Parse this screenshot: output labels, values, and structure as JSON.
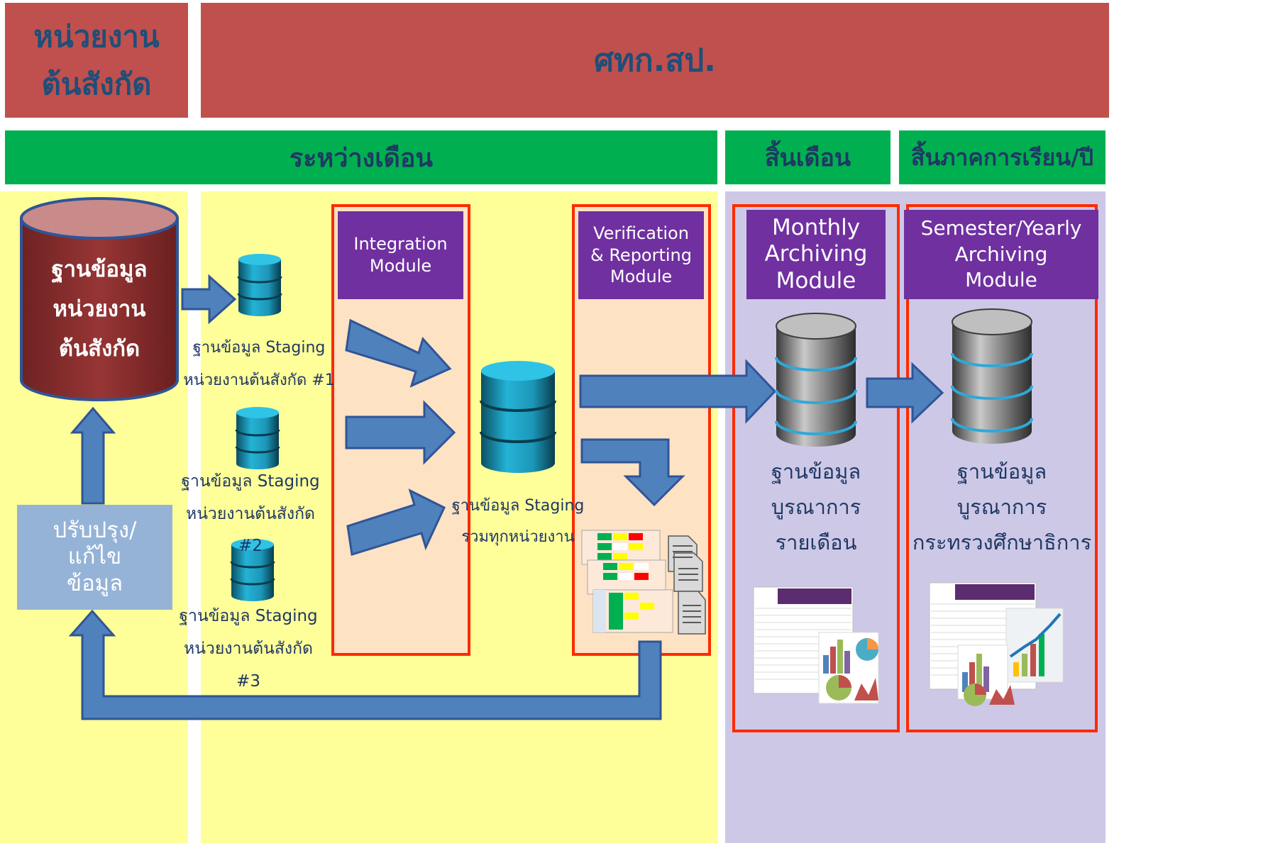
{
  "header": {
    "org_unit": [
      "หน่วยงาน",
      "ต้นสังกัด"
    ],
    "center": "ศทก.สป."
  },
  "phases": {
    "during_month": "ระหว่างเดือน",
    "month_end": "สิ้นเดือน",
    "term_end": "สิ้นภาคการเรียน/ปี"
  },
  "source_db": [
    "ฐานข้อมูล",
    "หน่วยงาน",
    "ต้นสังกัด"
  ],
  "fix_box": [
    "ปรับปรุง/",
    "แก้ไข",
    "ข้อมูล"
  ],
  "staging": [
    {
      "line1": "ฐานข้อมูล Staging",
      "line2": "หน่วยงานต้นสังกัด #1"
    },
    {
      "line1": "ฐานข้อมูล Staging",
      "line2": "หน่วยงานต้นสังกัด",
      "line3": "#2"
    },
    {
      "line1": "ฐานข้อมูล Staging",
      "line2": "หน่วยงานต้นสังกัด",
      "line3": "#3"
    }
  ],
  "modules": {
    "integration": [
      "Integration",
      "Module"
    ],
    "verification": [
      "Verification",
      "& Reporting",
      "Module"
    ],
    "monthly": [
      "Monthly",
      "Archiving",
      "Module"
    ],
    "yearly": [
      "Semester/Yearly",
      "Archiving",
      "Module"
    ]
  },
  "combined_staging": [
    "ฐานข้อมูล Staging",
    "รวมทุกหน่วยงาน"
  ],
  "monthly_db": [
    "ฐานข้อมูล",
    "บูรณาการ",
    "รายเดือน"
  ],
  "yearly_db": [
    "ฐานข้อมูล",
    "บูรณาการ",
    "กระทรวงศึกษาธิการ"
  ],
  "colors": {
    "header_red": "#c0504d",
    "phase_green": "#00b050",
    "zone_yellow": "#ffff99",
    "zone_lavender": "#cdc8e6",
    "module_purple": "#7030a0",
    "frame_red": "#ff2a00",
    "arrow_blue": "#4f81bd",
    "db_teal": "#1aa7c4",
    "source_db_red": "#8b2f2f"
  }
}
